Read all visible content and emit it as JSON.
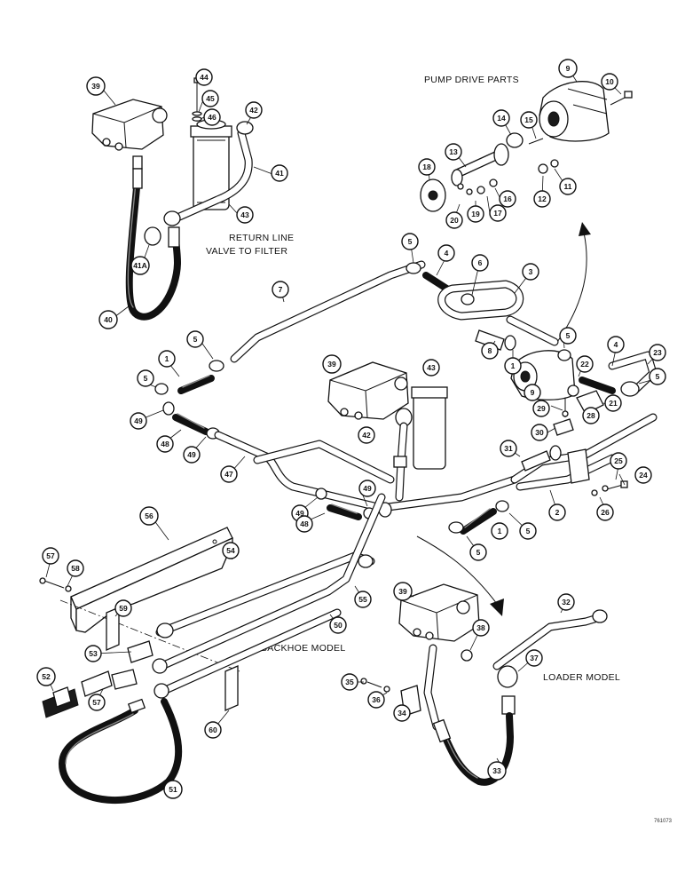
{
  "labels": {
    "pump_drive_parts": "PUMP DRIVE PARTS",
    "return_line_1": "RETURN LINE",
    "return_line_2": "VALVE TO FILTER",
    "backhoe_model": "BACKHOE MODEL",
    "loader_model": "LOADER MODEL",
    "figure_number": "761073"
  },
  "callouts": [
    "39",
    "44",
    "45",
    "46",
    "42",
    "41",
    "43",
    "41A",
    "40",
    "9",
    "10",
    "14",
    "15",
    "13",
    "16",
    "18",
    "20",
    "19",
    "17",
    "12",
    "11",
    "5",
    "4",
    "6",
    "3",
    "7",
    "8",
    "1",
    "22",
    "23",
    "21",
    "29",
    "30",
    "28",
    "49",
    "48",
    "47",
    "31",
    "25",
    "24",
    "26",
    "2",
    "56",
    "57",
    "58",
    "54",
    "55",
    "59",
    "50",
    "53",
    "52",
    "57",
    "51",
    "60",
    "32",
    "38",
    "37",
    "35",
    "36",
    "34",
    "33"
  ]
}
